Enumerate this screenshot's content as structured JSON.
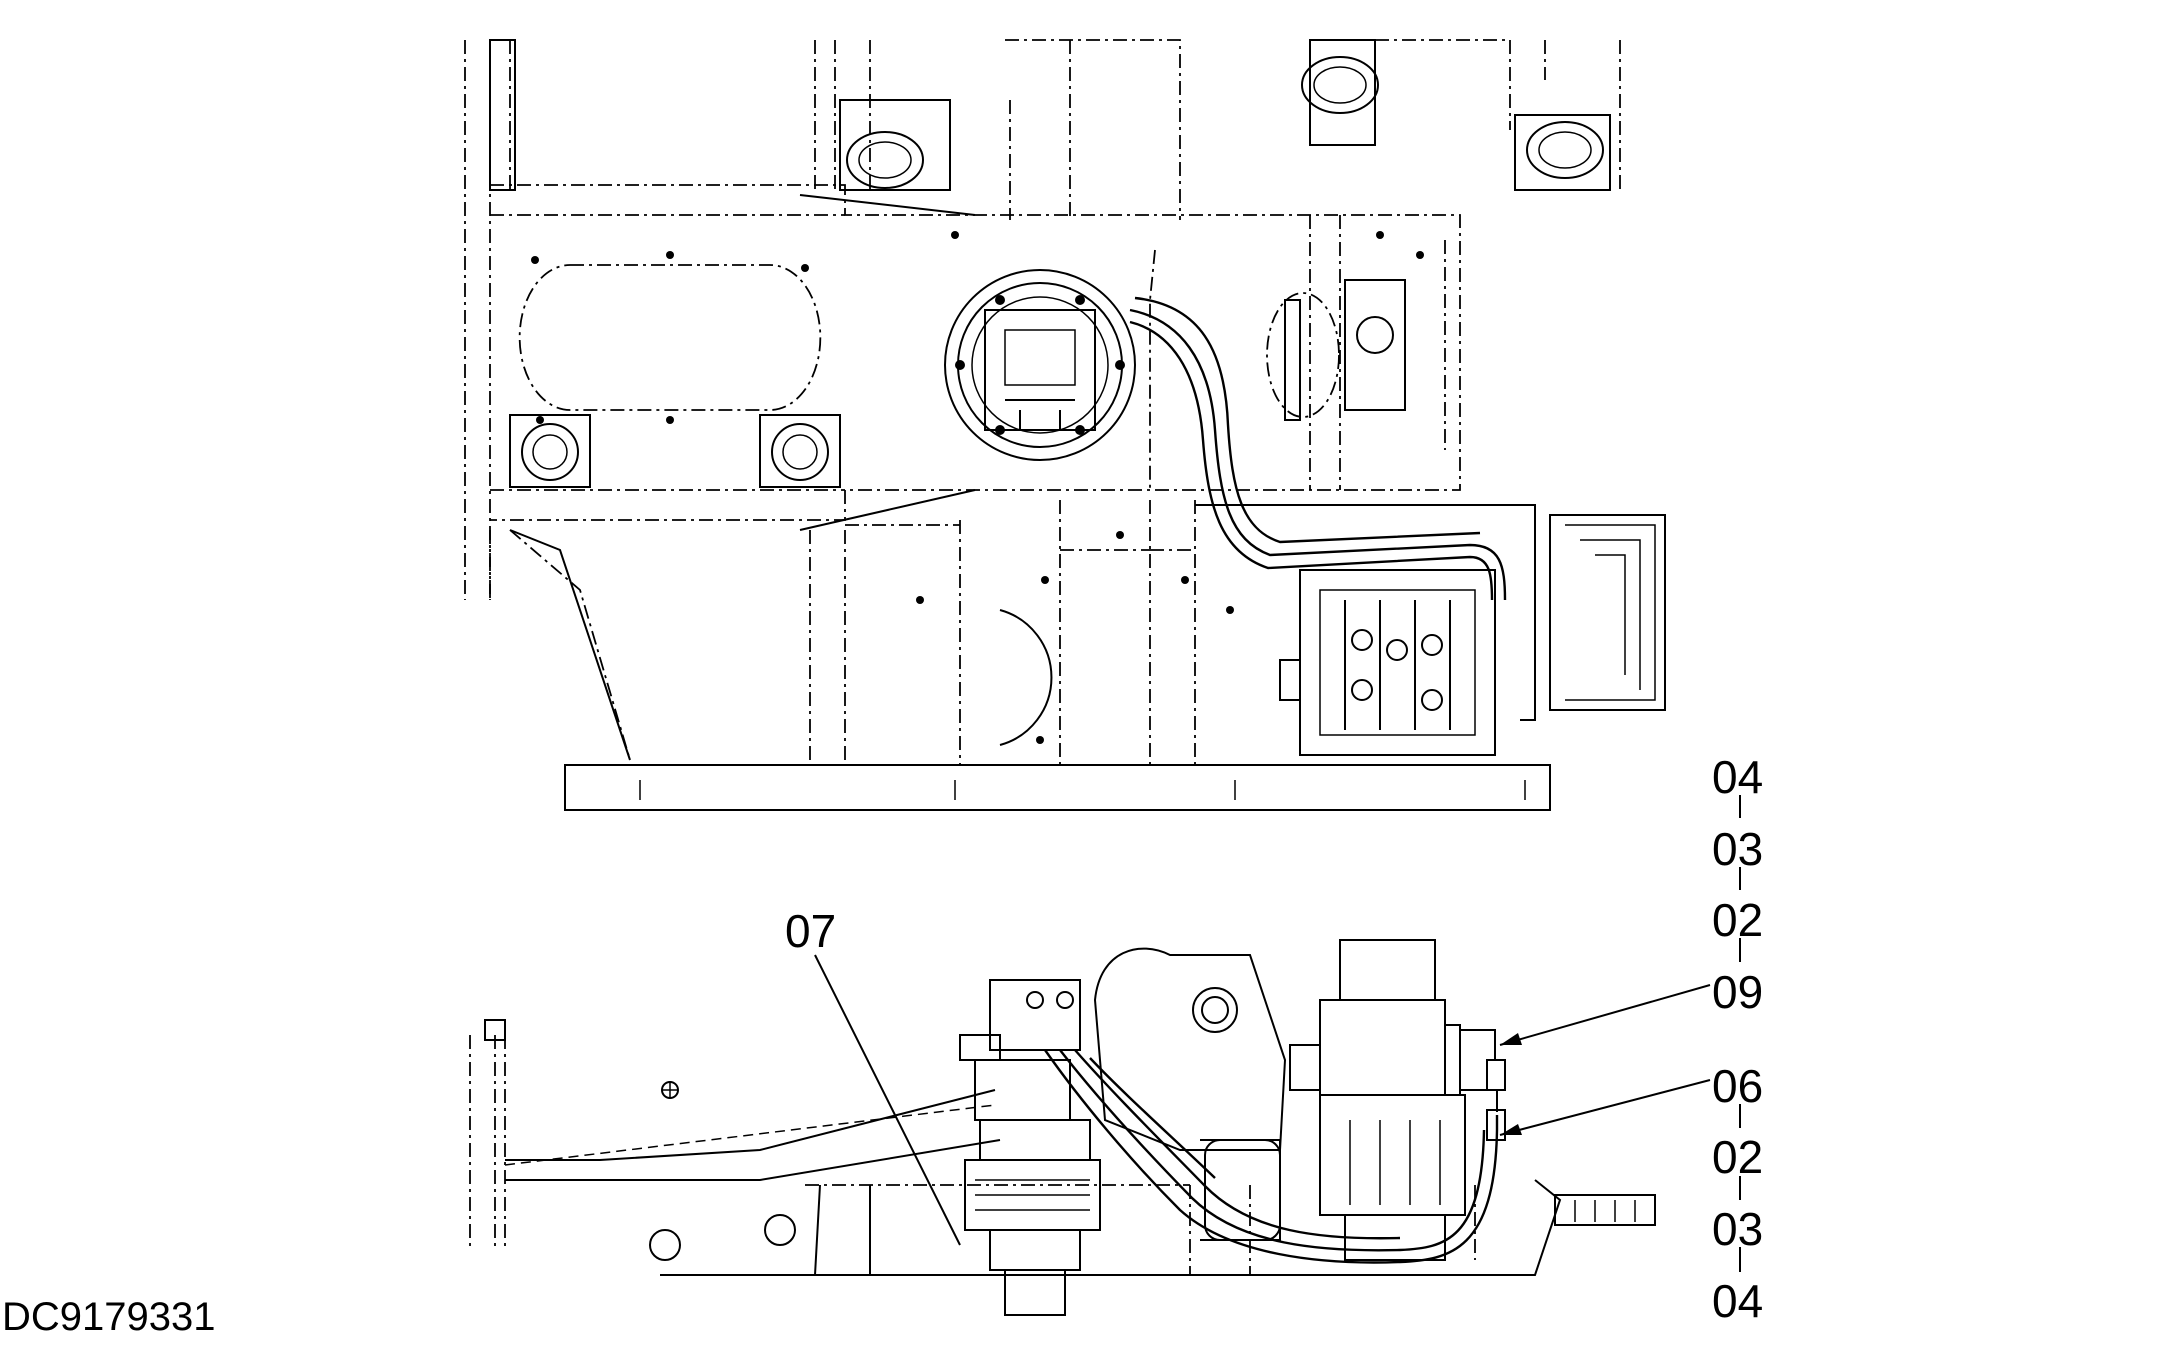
{
  "drawing": {
    "code": "DC9179331",
    "leader_labels": {
      "left": "07",
      "right_stack_top": [
        "04",
        "03",
        "02",
        "09"
      ],
      "right_stack_bottom": [
        "06",
        "02",
        "03",
        "04"
      ]
    },
    "stack_separator": "|"
  }
}
